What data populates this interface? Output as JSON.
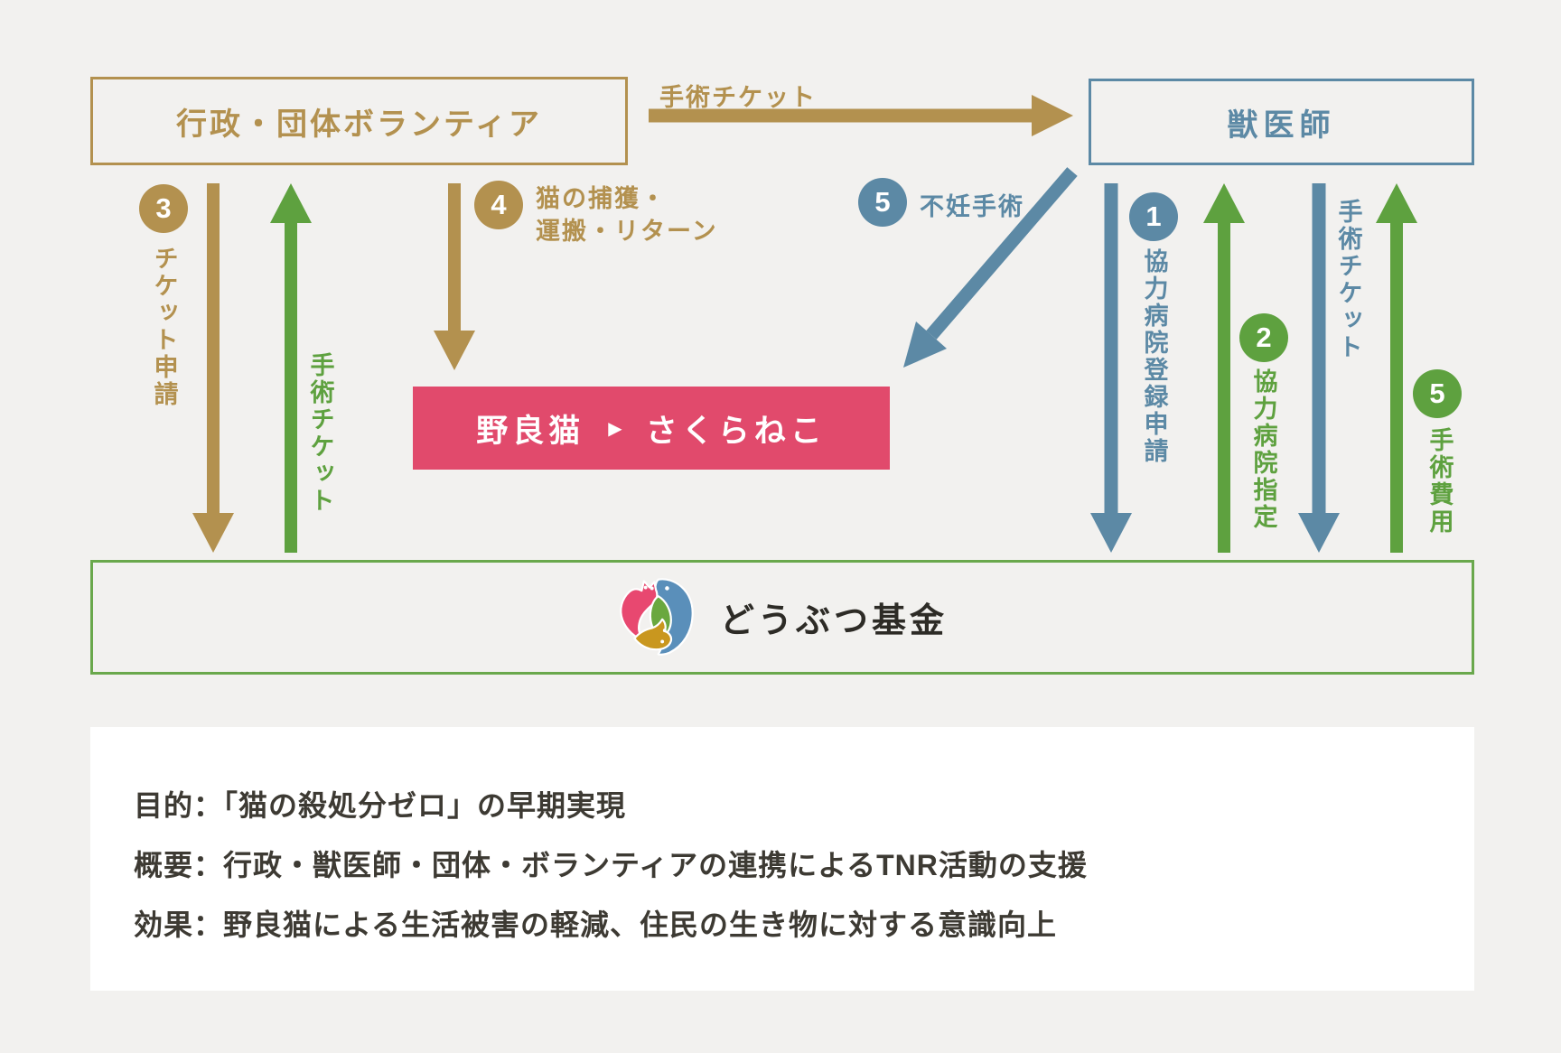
{
  "colors": {
    "background": "#f2f1ef",
    "tan": "#b3914f",
    "blue": "#5c89a5",
    "green": "#5ea13f",
    "pink": "#e14a6c",
    "text_dark": "#3d3a33"
  },
  "boxes": {
    "volunteer": {
      "label": "行政・団体ボランティア"
    },
    "vet": {
      "label": "獣医師"
    },
    "cat": {
      "before": "野良猫",
      "arrow": "▶",
      "after": "さくらねこ"
    },
    "fund": {
      "label": "どうぶつ基金"
    }
  },
  "flows": {
    "ticket_to_vet": {
      "label": "手術チケット"
    },
    "step1": {
      "num": "1",
      "label": "協力病院登録申請"
    },
    "step2": {
      "num": "2",
      "label": "協力病院指定"
    },
    "step3": {
      "num": "3",
      "label": "チケット申請"
    },
    "step4": {
      "num": "4",
      "line1": "猫の捕獲・",
      "line2": "運搬・リターン"
    },
    "step5_surgery": {
      "num": "5",
      "label": "不妊手術"
    },
    "ticket_to_fund": {
      "label": "手術チケット"
    },
    "ticket_to_volunteer": {
      "label": "手術チケット"
    },
    "step5_fee": {
      "num": "5",
      "label": "手術費用"
    }
  },
  "summary": {
    "purpose": "目的：「猫の殺処分ゼロ」の早期実現",
    "overview": "概要：行政・獣医師・団体・ボランティアの連携によるTNR活動の支援",
    "effect": "効果：野良猫による生活被害の軽減、住民の生き物に対する意識向上"
  }
}
